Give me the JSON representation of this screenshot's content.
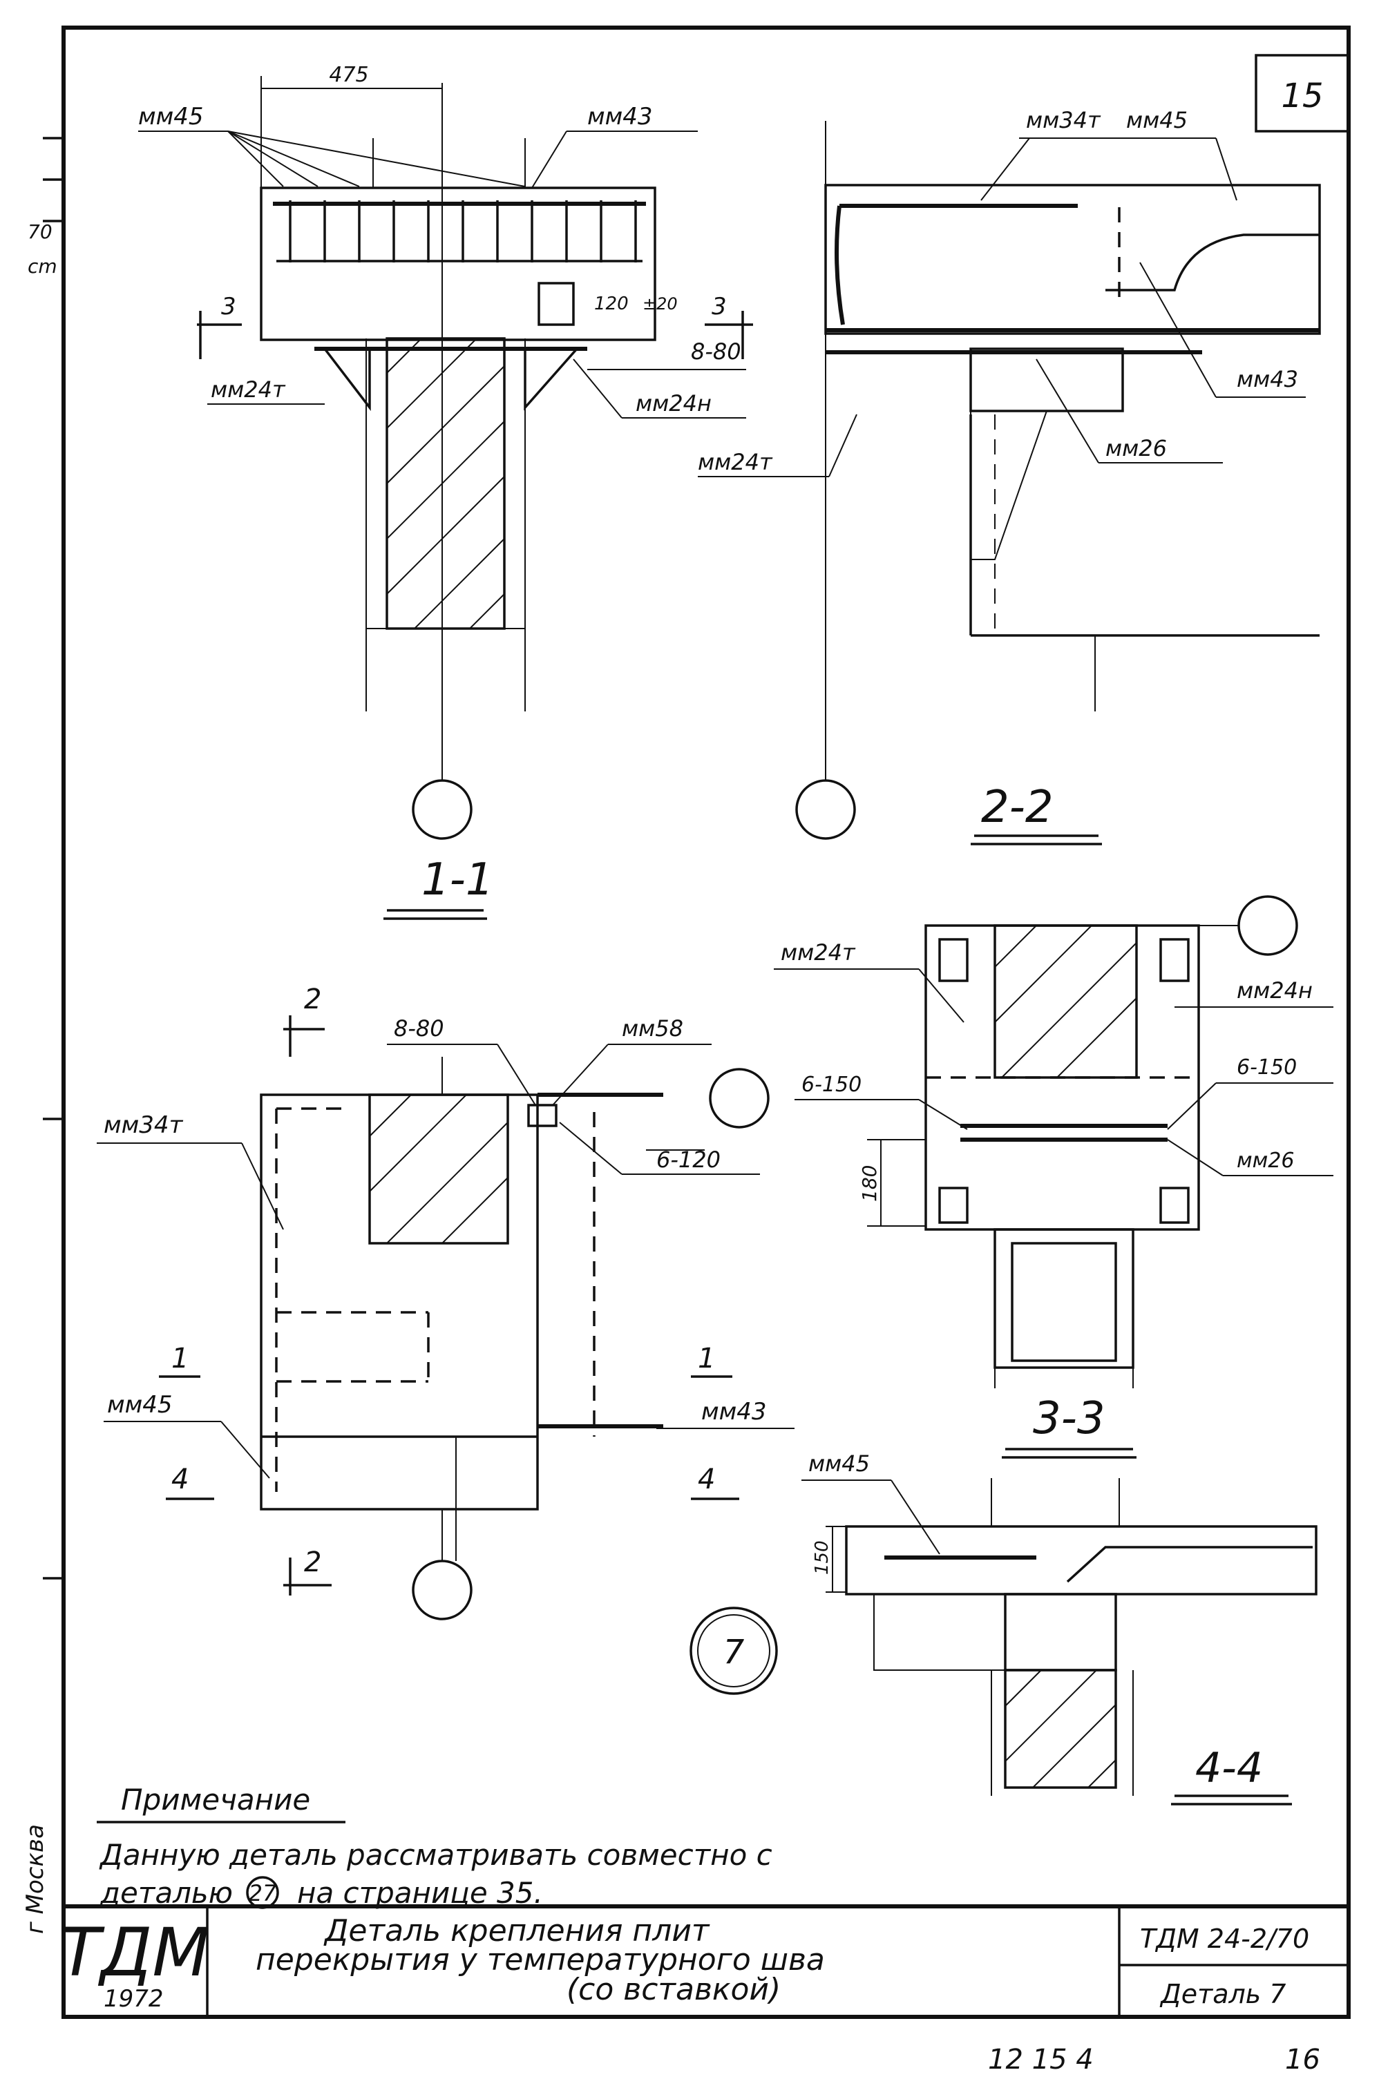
{
  "sheet": {
    "page_number": "15",
    "bottom_number_left": "12 15 4",
    "bottom_number_right": "16",
    "side_city": "г Москва",
    "side_marks": [
      "70",
      "cm"
    ]
  },
  "section_1_1": {
    "label": "1-1",
    "dimension": "475",
    "labels": [
      "мм45",
      "мм43",
      "мм24т",
      "мм24н",
      "8-80",
      "3",
      "3"
    ],
    "gap": "120",
    "tolerance": "±20"
  },
  "section_2_2": {
    "label": "2-2",
    "labels": [
      "мм34т",
      "мм45",
      "мм43",
      "мм26",
      "мм24т"
    ]
  },
  "plan_view": {
    "labels": [
      "мм34т",
      "8-80",
      "мм58",
      "6-120",
      "мм45",
      "мм43",
      "2",
      "2",
      "1",
      "1",
      "4",
      "4"
    ],
    "detail_number": "7"
  },
  "section_3_3": {
    "label": "3-3",
    "labels": [
      "мм24т",
      "мм24н",
      "6-150",
      "6-150",
      "мм26"
    ],
    "dimension": "180"
  },
  "section_4_4": {
    "label": "4-4",
    "labels": [
      "мм45"
    ],
    "dimension": "150"
  },
  "note": {
    "heading": "Примечание",
    "line1": "Данную деталь рассматривать совместно с",
    "line2_a": "деталью",
    "line2_ref": "27",
    "line2_b": "на странице 35."
  },
  "title_block": {
    "logo": "ТДМ",
    "year": "1972",
    "title_line1": "Деталь крепления плит",
    "title_line2": "перекрытия у температурного шва",
    "title_line3": "(со вставкой)",
    "series": "ТДМ 24-2/70",
    "detail": "Деталь 7"
  }
}
